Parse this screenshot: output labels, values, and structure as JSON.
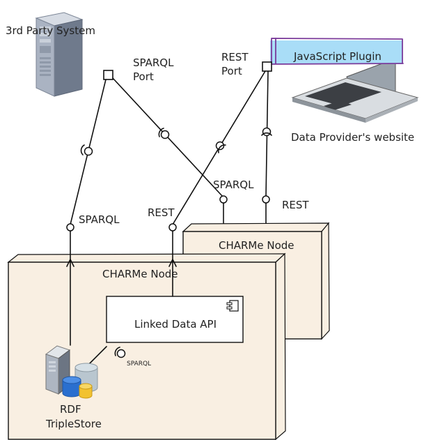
{
  "labels": {
    "third_party_system": "3rd Party System",
    "sparql_port_line1": "SPARQL",
    "sparql_port_line2": "Port",
    "rest_port_line1": "REST",
    "rest_port_line2": "Port",
    "javascript_plugin": "JavaScript Plugin",
    "data_provider_website": "Data Provider's website",
    "sparql_right": "SPARQL",
    "rest_right": "REST",
    "sparql_left": "SPARQL",
    "rest_left": "REST",
    "charme_node_back": "CHARMe Node",
    "charme_node_front": "CHARMe Node",
    "linked_data_api": "Linked Data API",
    "sparql_small": "SPARQL",
    "rdf_line1": "RDF",
    "rdf_line2": "TripleStore"
  },
  "colors": {
    "node_fill": "#f9efe2",
    "plugin_fill": "#a9ddf7",
    "server_body": "#9aa4b4",
    "db_blue": "#2a6fcf",
    "db_yellow": "#f2c230",
    "db_gray": "#b9c6cf"
  },
  "icons": {
    "server": "server-tower-icon",
    "laptop": "laptop-icon",
    "component": "component-icon",
    "database": "database-icon"
  }
}
